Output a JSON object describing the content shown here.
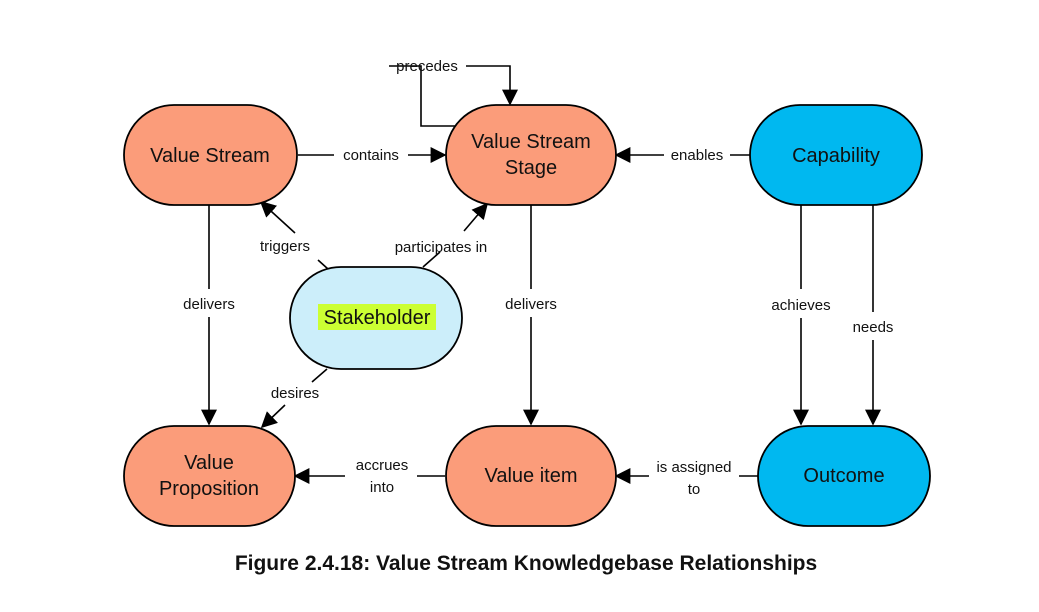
{
  "colors": {
    "orange_node": "#FB9C7A",
    "blue_node": "#00B8F0",
    "stakeholder_node": "#CCEEFA",
    "highlight": "#CCFF33"
  },
  "nodes": {
    "value_stream": "Value Stream",
    "value_stream_stage": [
      "Value Stream",
      "Stage"
    ],
    "capability": "Capability",
    "stakeholder": "Stakeholder",
    "value_proposition": [
      "Value",
      "Proposition"
    ],
    "value_item": "Value item",
    "outcome": "Outcome"
  },
  "edges": {
    "precedes": "precedes",
    "contains": "contains",
    "enables": "enables",
    "triggers": "triggers",
    "participates_in": "participates in",
    "delivers_left": "delivers",
    "delivers_middle": "delivers",
    "achieves": "achieves",
    "needs": "needs",
    "desires": "desires",
    "accrues_into": [
      "accrues",
      "into"
    ],
    "is_assigned_to": [
      "is assigned",
      "to"
    ]
  },
  "caption": "Figure 2.4.18: Value Stream Knowledgebase Relationships"
}
